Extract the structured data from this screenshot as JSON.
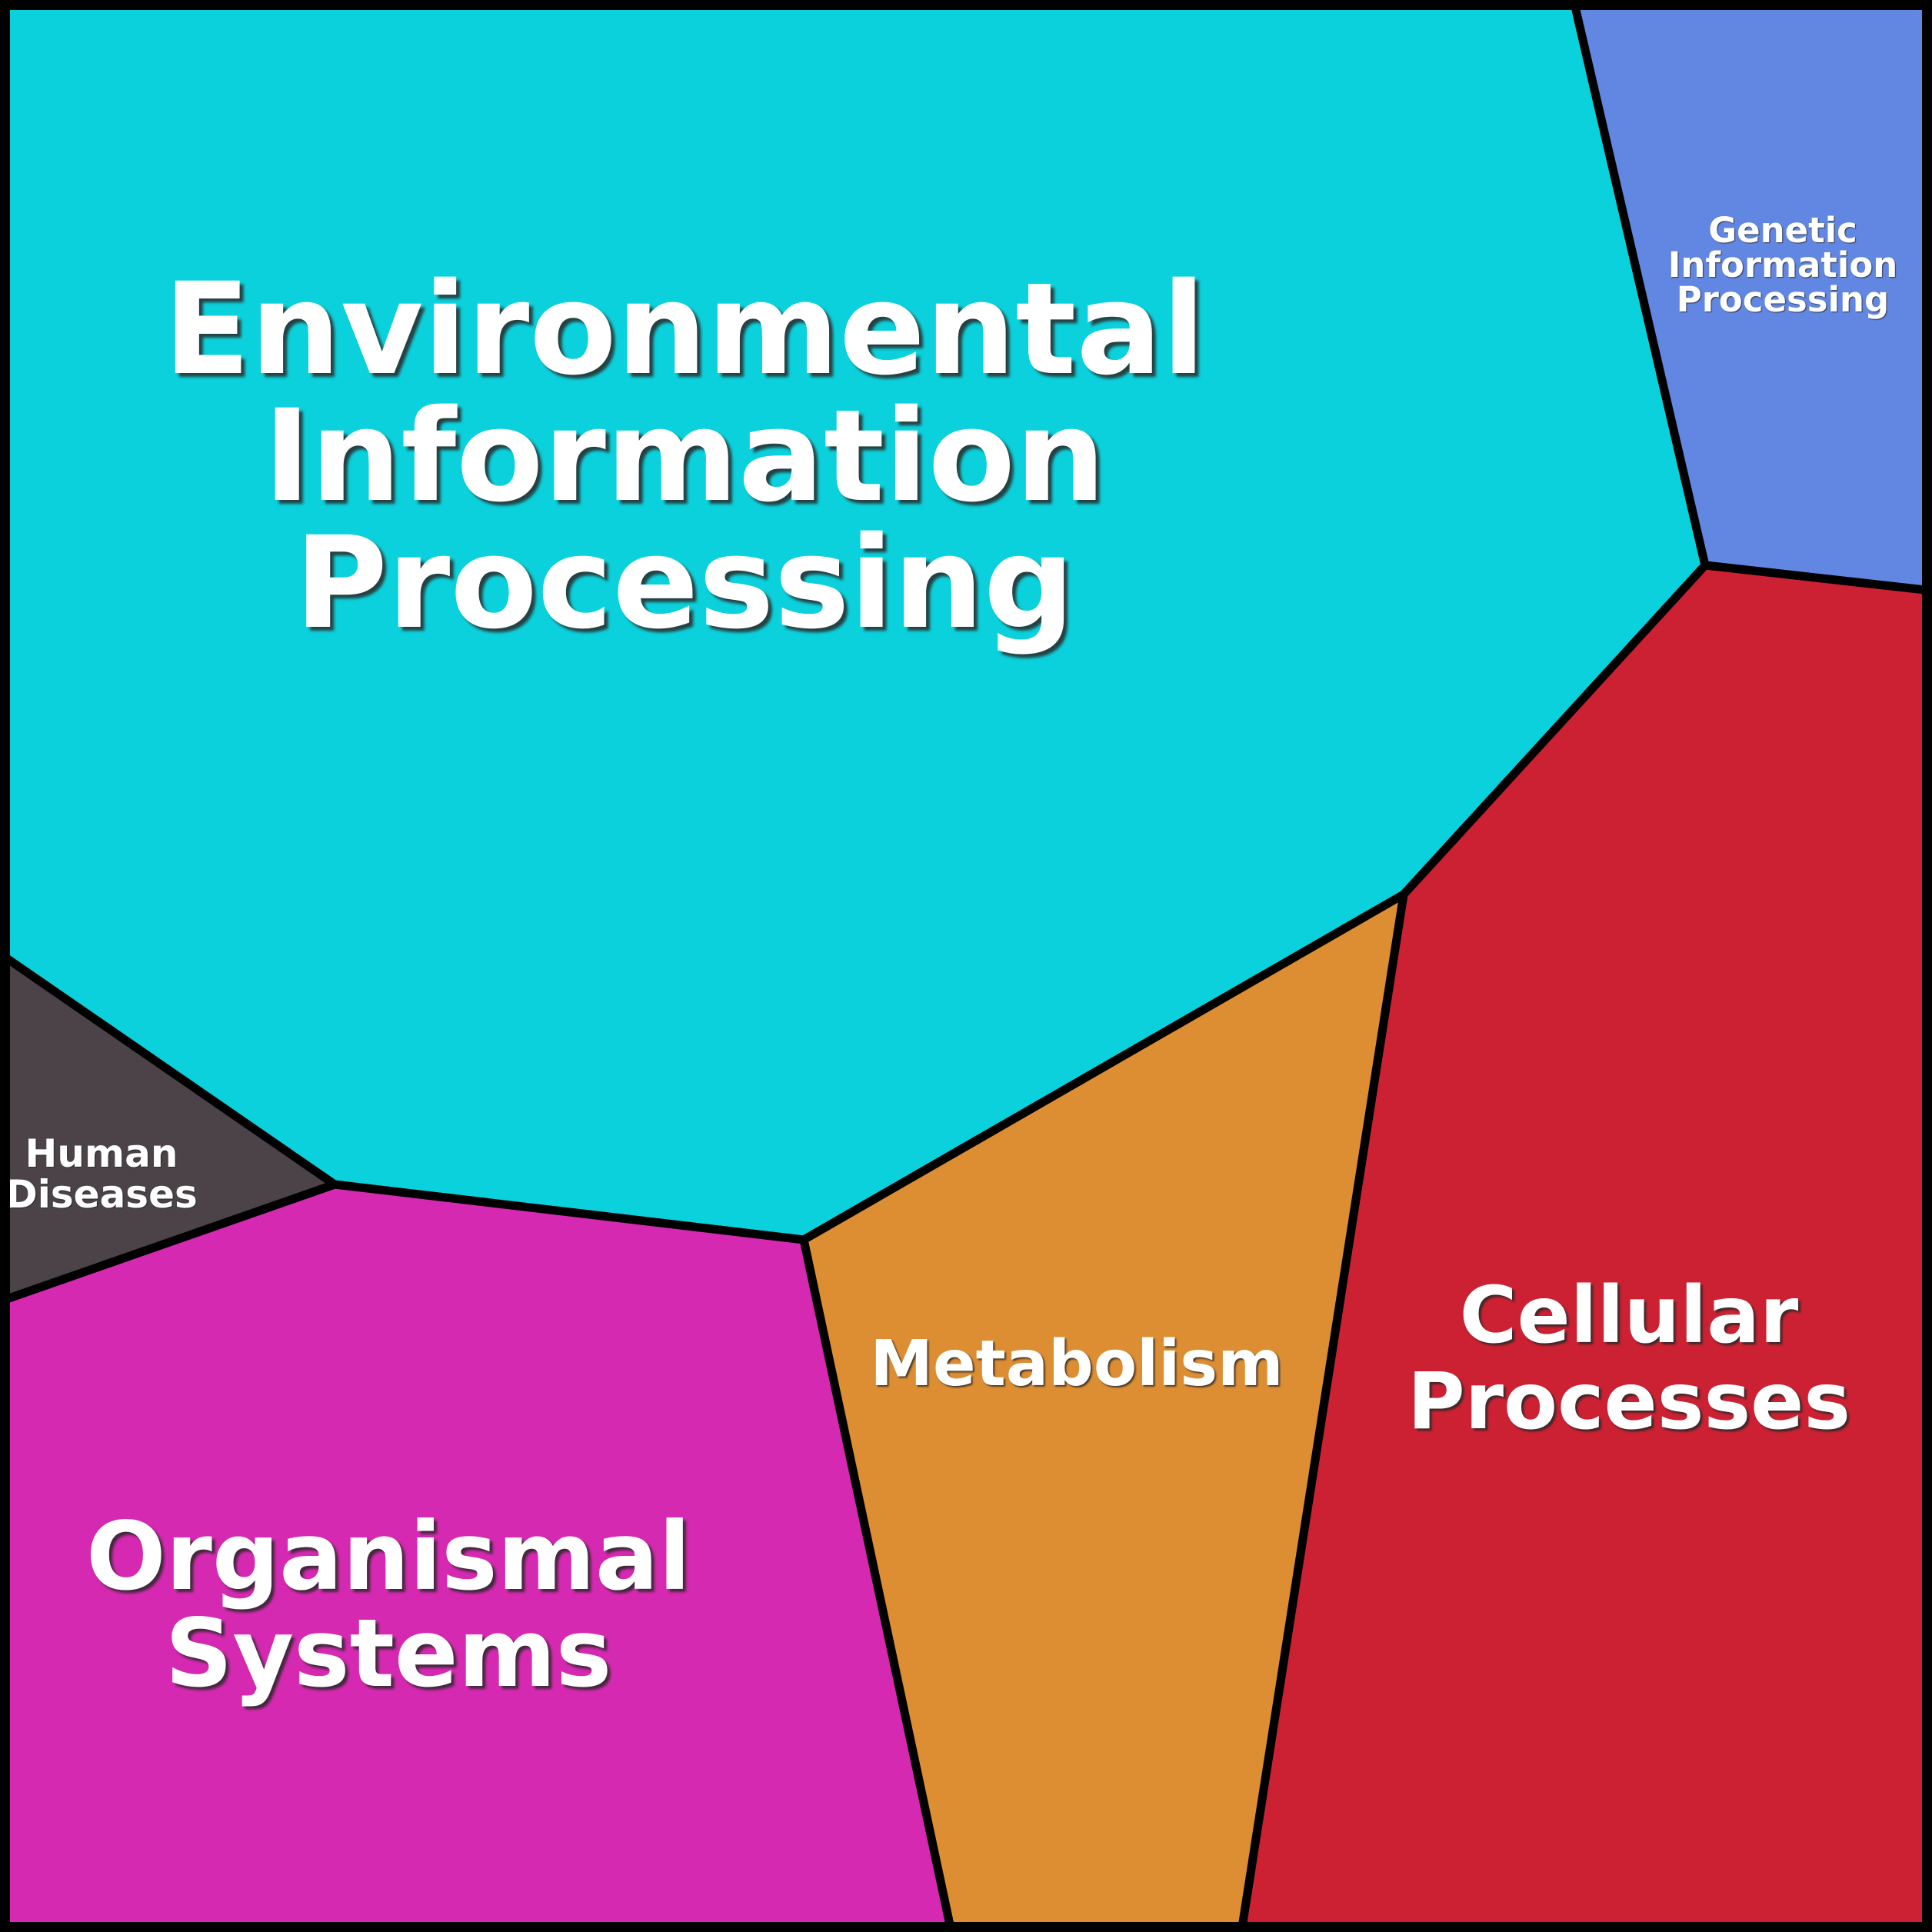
{
  "figure": {
    "kind": "voronoi-treemap",
    "description": "Voronoi treemap of KEGG pathway top-level categories",
    "background_color": "#000000",
    "border_color": "#000000"
  },
  "regions": [
    {
      "name": "Environmental Information Processing",
      "label_lines": [
        "Environmental",
        "Information",
        "Processing"
      ],
      "color": "#0BD1DC",
      "text_color": "#ffffff"
    },
    {
      "name": "Genetic Information Processing",
      "label_lines": [
        "Genetic",
        "Information",
        "Processing"
      ],
      "color": "#6287E2",
      "text_color": "#ffffff"
    },
    {
      "name": "Cellular Processes",
      "label_lines": [
        "Cellular",
        "Processes"
      ],
      "color": "#CC2132",
      "text_color": "#ffffff"
    },
    {
      "name": "Metabolism",
      "label_lines": [
        "Metabolism"
      ],
      "color": "#DD8E33",
      "text_color": "#ffffff"
    },
    {
      "name": "Organismal Systems",
      "label_lines": [
        "Organismal",
        "Systems"
      ],
      "color": "#D629B1",
      "text_color": "#ffffff"
    },
    {
      "name": "Human Diseases",
      "label_lines": [
        "Human",
        "Diseases"
      ],
      "color": "#4B4348",
      "text_color": "#ffffff"
    }
  ],
  "chart_data": {
    "type": "voronoi-treemap",
    "title": "",
    "categories": [
      "Environmental Information Processing",
      "Cellular Processes",
      "Organismal Systems",
      "Metabolism",
      "Genetic Information Processing",
      "Human Diseases"
    ],
    "values_estimated_area_pct": [
      46.9,
      20.2,
      16.6,
      10.3,
      4.5,
      1.6
    ],
    "colors": [
      "#0BD1DC",
      "#CC2132",
      "#D629B1",
      "#DD8E33",
      "#6287E2",
      "#4B4348"
    ],
    "legend_position": "none",
    "labels_on_regions": true,
    "grid": false
  }
}
